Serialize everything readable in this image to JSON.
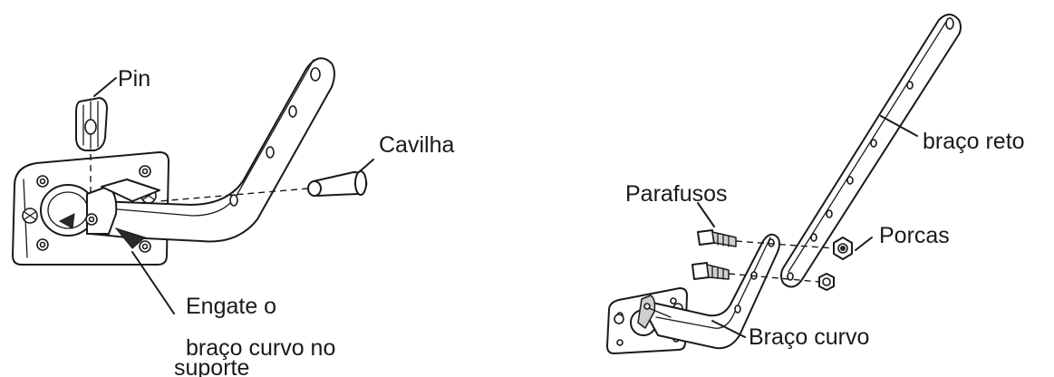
{
  "labels": {
    "pin": "Pin",
    "cavilha": "Cavilha",
    "engate_line1": "Engate o",
    "engate_line2": "braço curvo no",
    "engate_line3": "suporte",
    "parafusos": "Parafusos",
    "braco_reto": "braço reto",
    "porcas": "Porcas",
    "braco_curvo": "Braço curvo"
  }
}
